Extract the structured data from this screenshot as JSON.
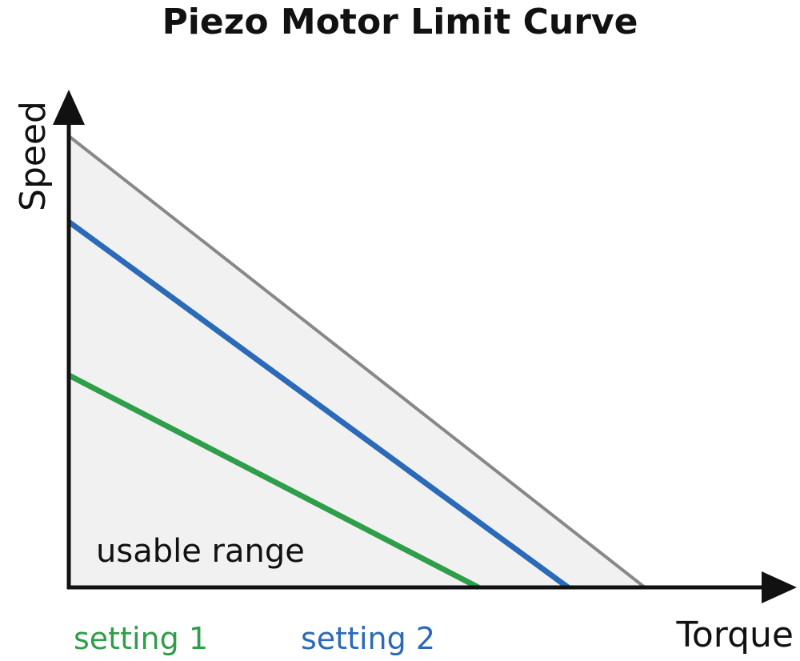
{
  "chart_data": {
    "type": "line",
    "title": "Piezo Motor Limit Curve",
    "xlabel": "Torque",
    "ylabel": "Speed",
    "region_label": "usable range",
    "xlim": [
      0,
      1
    ],
    "ylim": [
      0,
      1
    ],
    "ticks": false,
    "grid": false,
    "limit_curve": {
      "color": "#888888",
      "fill_color": "#f1f1f1",
      "x": [
        0,
        0.9
      ],
      "y": [
        1.0,
        0
      ]
    },
    "series": [
      {
        "name": "setting 2",
        "color": "#2a6ab8",
        "x": [
          0,
          0.78
        ],
        "y": [
          0.81,
          0
        ]
      },
      {
        "name": "setting 1",
        "color": "#2f9e4a",
        "x": [
          0,
          0.64
        ],
        "y": [
          0.47,
          0
        ]
      }
    ],
    "legend": [
      {
        "label": "setting 1",
        "color": "#2f9e4a"
      },
      {
        "label": "setting 2",
        "color": "#2a6ab8"
      }
    ],
    "legend_placement": "bottom-left"
  }
}
